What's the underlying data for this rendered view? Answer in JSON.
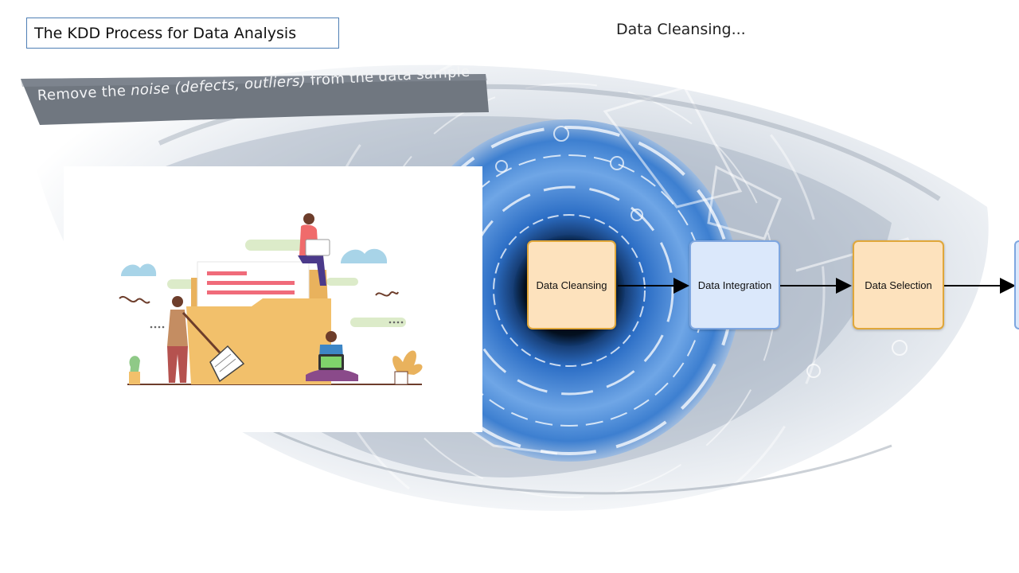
{
  "slide": {
    "title": "The KDD Process for Data Analysis",
    "heading": "Data Cleansing...",
    "banner": {
      "prefix": "Remove the ",
      "emphasis": "noise (defects, outliers)",
      "suffix": " from the data sample"
    }
  },
  "flow": {
    "steps": [
      {
        "label": "Data Cleansing",
        "style": "orange"
      },
      {
        "label": "Data Integration",
        "style": "blue"
      },
      {
        "label": "Data Selection",
        "style": "orange"
      }
    ]
  },
  "colors": {
    "title_border": "#4f7fb5",
    "banner_fill": "#707780",
    "node_orange_fill": "#fde2bd",
    "node_orange_border": "#e0a73a",
    "node_blue_fill": "#dbe8fb",
    "node_blue_border": "#7ea6e0",
    "iris_blue": "#2d6fc6"
  },
  "icons": {
    "background": "digital-eye-icon",
    "illustration": "data-cleaning-folder-illustration"
  }
}
